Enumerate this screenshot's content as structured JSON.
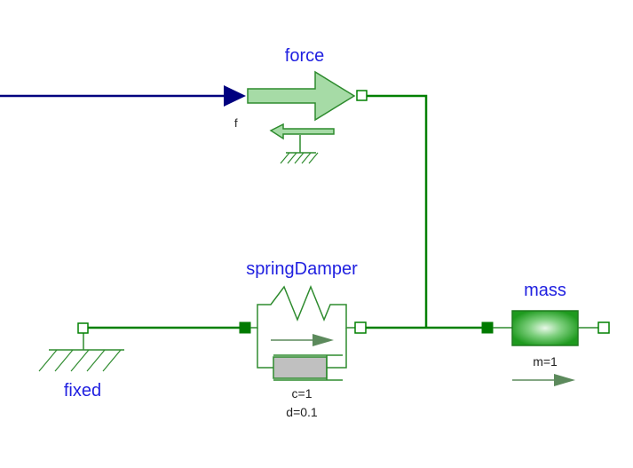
{
  "components": {
    "force": {
      "name": "force",
      "input_label": "f"
    },
    "spring_damper": {
      "name": "springDamper",
      "param_c": "c=1",
      "param_d": "d=0.1"
    },
    "mass": {
      "name": "mass",
      "param_m": "m=1"
    },
    "fixed": {
      "name": "fixed"
    }
  },
  "colors": {
    "connection": "#008000",
    "signal": "#00007f",
    "name_text": "#1f1fe0",
    "force_fill": "#a6dba6",
    "mass_fill": "#3cb043",
    "damper_fill": "#c0c0c0"
  }
}
